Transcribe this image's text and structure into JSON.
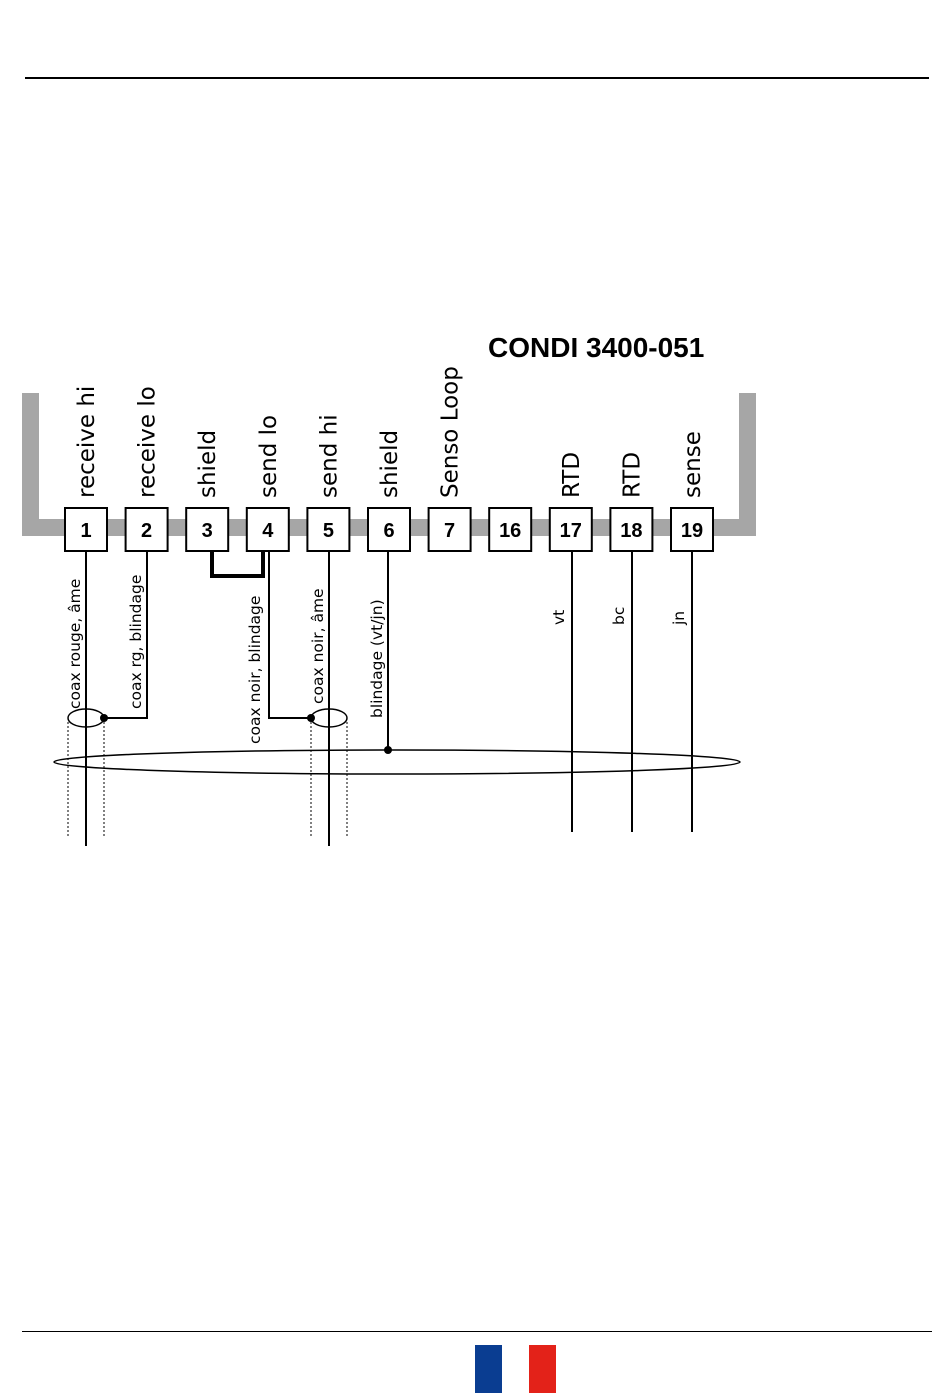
{
  "title": "CONDI 3400-051",
  "terminals": [
    {
      "num": "1",
      "label": "receive hi"
    },
    {
      "num": "2",
      "label": "receive lo"
    },
    {
      "num": "3",
      "label": "shield"
    },
    {
      "num": "4",
      "label": "send lo"
    },
    {
      "num": "5",
      "label": "send hi"
    },
    {
      "num": "6",
      "label": "shield"
    },
    {
      "num": "7",
      "label": "Senso Loop"
    },
    {
      "num": "16",
      "label": ""
    },
    {
      "num": "17",
      "label": "RTD"
    },
    {
      "num": "18",
      "label": "RTD"
    },
    {
      "num": "19",
      "label": "sense"
    }
  ],
  "wire_labels": [
    "coax rouge, âme",
    "coax rg, blindage",
    "coax noir, blindage",
    "coax noir, âme",
    "blindage (vt/jn)",
    "vt",
    "bc",
    "jn"
  ],
  "flag": {
    "colors": [
      "#0a3d91",
      "#ffffff",
      "#e32219"
    ],
    "icon": "french-flag-icon"
  }
}
